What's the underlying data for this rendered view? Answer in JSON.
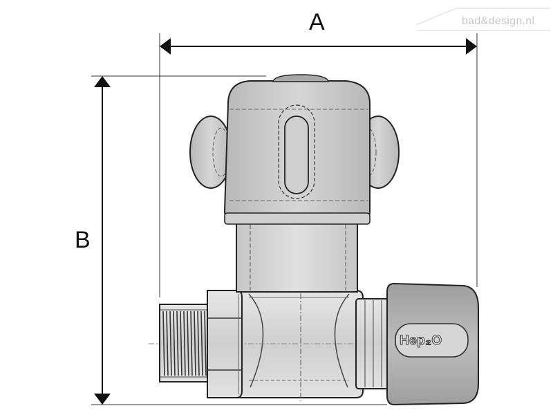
{
  "dimensions": {
    "width_label": "A",
    "height_label": "B"
  },
  "product": {
    "logo_text": "Hep₂O"
  },
  "watermark": {
    "text": "bad&design.nl"
  },
  "colors": {
    "outline": "#222222",
    "body_fill": "#d9d9d9",
    "head_fill": "#c9c9c9",
    "dark_fill": "#a9a9a9",
    "thread_fill": "#bdbdbd"
  }
}
